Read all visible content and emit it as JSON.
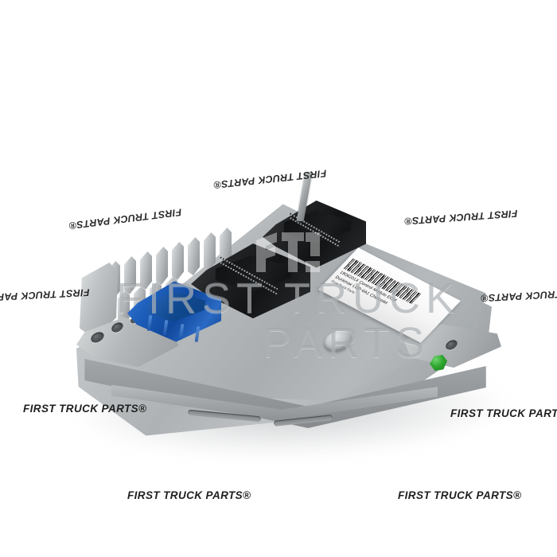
{
  "image": {
    "subject": "Engine Control Module (ECM) cast aluminium unit on white background",
    "background_color": "#ffffff"
  },
  "product_label": {
    "line1": "1906201X Control Module ECM",
    "line2": "Duramax  LGP-6A1  Chevrolet",
    "line3": "First Truck Parts",
    "barcode_alt": "barcode"
  },
  "brand": {
    "name": "FIRST TRUCK PARTS®",
    "wordmark_line1": "FIRST TRUCK",
    "wordmark_line2": "PARTS",
    "logo_alt": "ftp-monogram"
  },
  "watermarks": {
    "top_center": "FIRST TRUCK PARTS®",
    "upper_left": "FIRST TRUCK PARTS®",
    "upper_right": "FIRST TRUCK PARTS®",
    "mid_left": "FIRST TRUCK PARTS®",
    "mid_right": "FIRST TRUCK PARTS®",
    "bottom_left": "FIRST TRUCK PARTS®",
    "bottom_right": "FIRST TRUCK PARTS®",
    "footer_left": "FIRST TRUCK PARTS®",
    "footer_right": "FIRST TRUCK PARTS®"
  },
  "colors": {
    "blue_connector": "#1f61be",
    "black_connector": "#1a1c1e",
    "aluminium": "#b4b8ba",
    "green_clip": "#2fa62f",
    "label_white": "#ffffff",
    "watermark_gray": "#969a9e"
  },
  "parts": {
    "blue_connector": "blue 4-way connector header",
    "black_connector_front": "black connector header front",
    "black_connector_rear": "black connector header rear",
    "heatsink": "finned aluminium heatsink",
    "mounting_flange": "mounting flange with bolt holes",
    "green_clip": "green retaining clip",
    "dome_boss": "round aluminium boss"
  }
}
